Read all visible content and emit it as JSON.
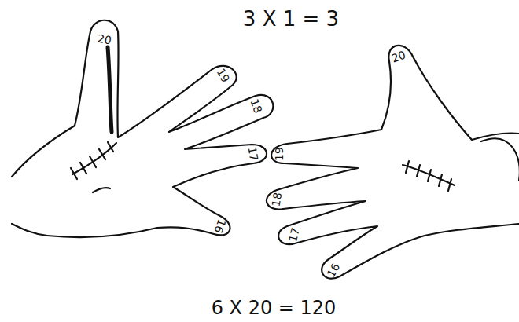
{
  "diagram": {
    "labels": [
      "3 X 1 = 3",
      "20",
      "19",
      "18",
      "17",
      "16",
      "20",
      "19",
      "18",
      "17",
      "16",
      "6 X 20 = 120"
    ]
  }
}
